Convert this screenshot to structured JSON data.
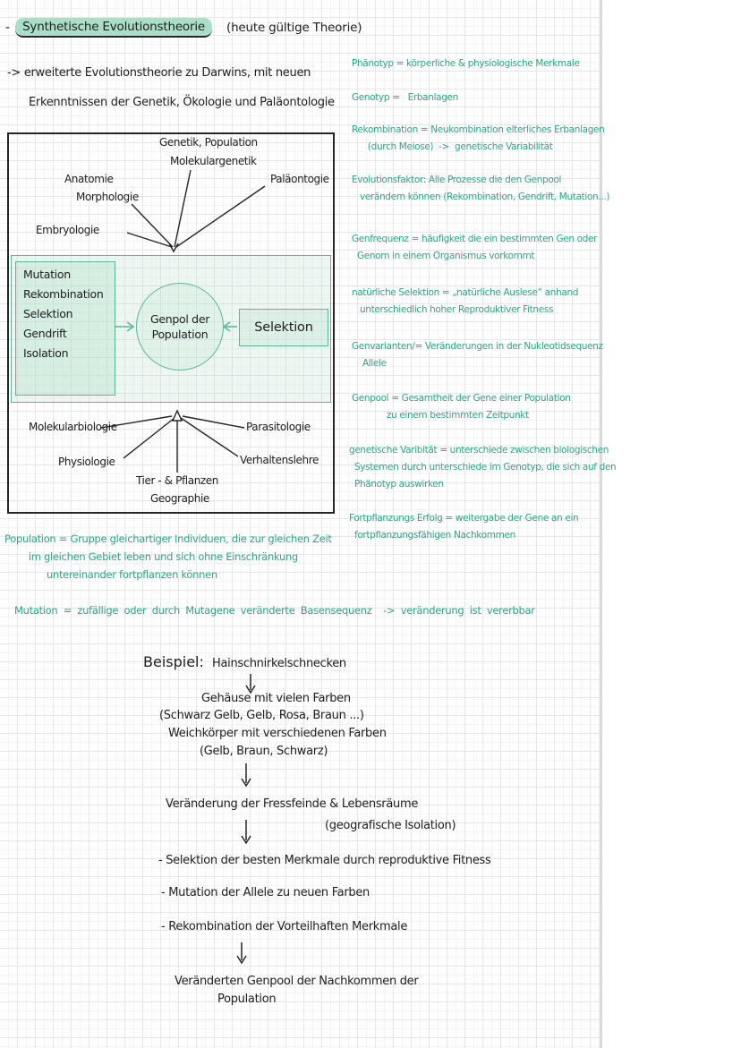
{
  "accent_colors": {
    "ink_black": "#202022",
    "ink_green": "#34a287",
    "box_green": "#5ab697",
    "highlight_green": "#a9dfc7"
  },
  "title": {
    "bullet": "-",
    "highlight": "Synthetische Evolutionstheorie",
    "suffix": "(heute gültige Theorie)"
  },
  "intro": {
    "line1": "-> erweiterte Evolutionstheorie zu Darwins, mit neuen",
    "line2": "Erkenntnissen der Genetik, Ökologie und Paläontologie"
  },
  "diagram": {
    "top_labels": {
      "genetik": "Genetik, Population",
      "molekulargenetik": "Molekulargenetik",
      "anatomie": "Anatomie",
      "morphologie": "Morphologie",
      "palaeontologie": "Paläontogie",
      "embryologie": "Embryologie"
    },
    "factors": [
      "Mutation",
      "Rekombination",
      "Selektion",
      "Gendrift",
      "Isolation"
    ],
    "circle_label": "Genpol der\nPopulation",
    "selection_box_label": "Selektion",
    "bottom_labels": {
      "molekularbiologie": "Molekularbiologie",
      "parasitologie": "Parasitologie",
      "physiologie": "Physiologie",
      "verhaltenslehre": "Verhaltenslehre",
      "tier_pflanzen": "Tier - & Pflanzen",
      "geographie": "Geographie"
    }
  },
  "definitions": {
    "phaenotyp": "Phänotyp = körperliche & physiologische Merkmale",
    "genotyp": "Genotyp =   Erbanlagen",
    "rekombination": "Rekombination = Neukombination elterliches Erbanlagen\n      (durch Meiose)  ->  genetische Variabilität",
    "evolutionsfaktor": "Evolutionsfaktor: Alle Prozesse die den Genpool\n   verändern können (Rekombination, Gendrift, Mutation...)",
    "genfrequenz": "Genfrequenz = häufigkeit die ein bestimmten Gen oder\n  Genom in einem Organismus vorkommt",
    "natuerliche_selektion": "natürliche Selektion = „natürliche Auslese“ anhand\n   unterschiedlich hoher Reproduktiver Fitness",
    "genvarianten": "Genvarianten/= Veränderungen in der Nukleotidsequenz\n    Allele",
    "genpool": "Genpool = Gesamtheit der Gene einer Population\n             zu einem bestimmten Zeitpunkt",
    "genetische_varibitaet": "genetische Varibität = unterschiede zwischen biologischen\n  Systemen durch unterschiede im Genotyp, die sich auf den\n  Phänotyp auswirken",
    "fortpflanzungs_erfolg": "Fortpflanzungs Erfolg = weitergabe der Gene an ein\n  fortpflanzungsfähigen Nachkommen"
  },
  "notes": {
    "population": "Population = Gruppe gleichartiger Individuen, die zur gleichen Zeit\n        im gleichen Gebiet leben und sich ohne Einschränkung\n              untereinander fortpflanzen können",
    "mutation": "Mutation = zufällige oder durch Mutagene veränderte Basensequenz  -> veränderung ist vererbbar"
  },
  "example": {
    "label": "Beispiel:",
    "topic": "Hainschnirkelschnecken",
    "variation_line1": "Gehäuse mit vielen Farben",
    "variation_line2": "(Schwarz Gelb, Gelb, Rosa, Braun ...)",
    "variation_line3": "Weichkörper mit verschiedenen Farben",
    "variation_line4": "(Gelb, Braun, Schwarz)",
    "change": "Veränderung der Fressfeinde & Lebensräume",
    "change_note": "(geografische Isolation)",
    "bullet1": "- Selektion der besten Merkmale durch reproduktive Fitness",
    "bullet2": "- Mutation der Allele zu neuen Farben",
    "bullet3": "- Rekombination der Vorteilhaften Merkmale",
    "result_line1": "Veränderten Genpool der Nachkommen der",
    "result_line2": "Population"
  }
}
